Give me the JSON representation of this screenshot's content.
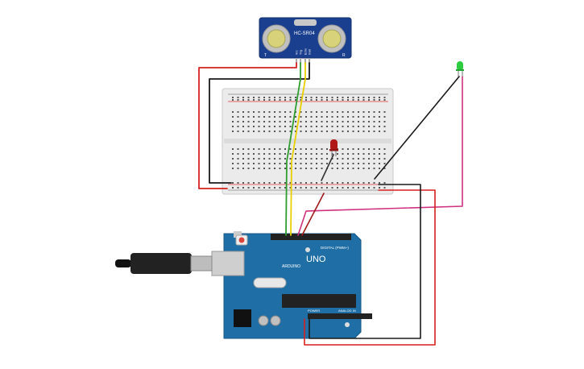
{
  "sensor": {
    "label": "HC-SR04",
    "mark_left": "T",
    "mark_right": "R",
    "pins": [
      "Vcc",
      "Trig",
      "Echo",
      "Gnd"
    ]
  },
  "arduino": {
    "model": "UNO",
    "brand": "ARDUINO",
    "digital_label": "DIGITAL (PWM~)",
    "power_label": "POWER",
    "analog_label": "ANALOG IN"
  },
  "colors": {
    "wire_red": "#d62020",
    "wire_black": "#1a1a1a",
    "wire_green": "#2f9e2f",
    "wire_yellow": "#e8d000",
    "wire_magenta": "#d0307f",
    "wire_darkred": "#a01818",
    "board_blue": "#1f6fa6",
    "sensor_blue": "#1b3f8f",
    "breadboard": "#e9e9e9",
    "led_red": "#b01818",
    "led_green": "#2ecc40"
  },
  "icons": {
    "usb": "usb-cable-icon",
    "led": "led-icon"
  }
}
